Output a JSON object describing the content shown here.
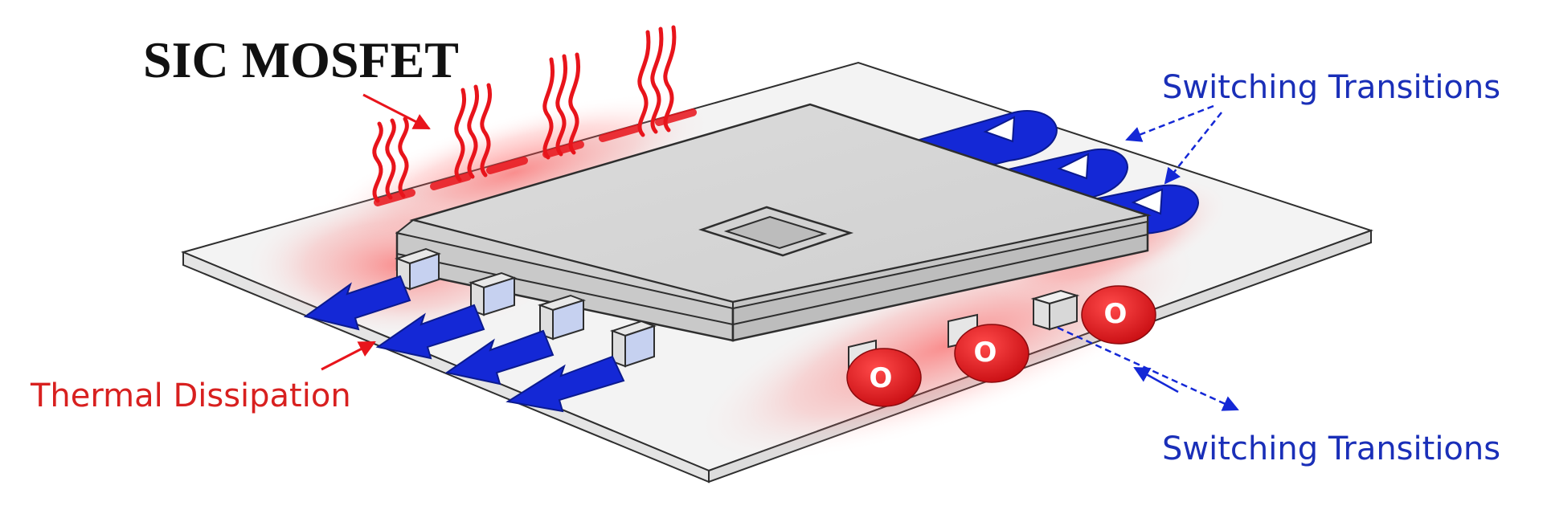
{
  "title": "SIC MOSFET",
  "thermal_label": "Thermal Dissipation",
  "switching_label_top": "Switching Transitions",
  "switching_label_bottom": "Switching Transitions",
  "red_marker_text": "O",
  "colors": {
    "heat_red": "#e8141b",
    "flow_blue": "#1428d6",
    "label_red": "#d8201f",
    "label_blue": "#1a2fb8",
    "chip_top": "#d6d6d6",
    "chip_side": "#c4c4c4",
    "board": "#f2f2f2",
    "outline": "#2e2e2e"
  }
}
